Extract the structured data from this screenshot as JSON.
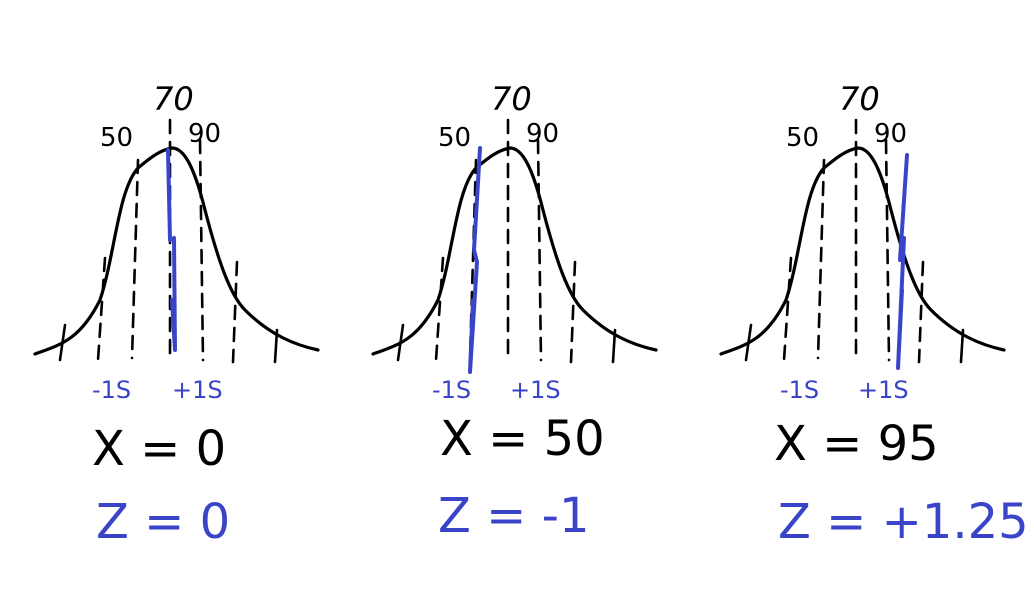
{
  "panels": [
    {
      "mean_label": "70",
      "left_label": "50",
      "right_label": "90",
      "minus_sd_label": "-1S",
      "plus_sd_label": "+1S",
      "x_text": "X = 0",
      "z_text": "Z = 0",
      "marker_value": 70
    },
    {
      "mean_label": "70",
      "left_label": "50",
      "right_label": "90",
      "minus_sd_label": "-1S",
      "plus_sd_label": "+1S",
      "x_text": "X = 50",
      "z_text": "Z = -1",
      "marker_value": 50
    },
    {
      "mean_label": "70",
      "left_label": "50",
      "right_label": "90",
      "minus_sd_label": "-1S",
      "plus_sd_label": "+1S",
      "x_text": "X = 95",
      "z_text": "Z = +1.25",
      "marker_value": 95
    }
  ],
  "colors": {
    "ink": "#000000",
    "annotation": "#3a44c8",
    "background": "#ffffff"
  }
}
